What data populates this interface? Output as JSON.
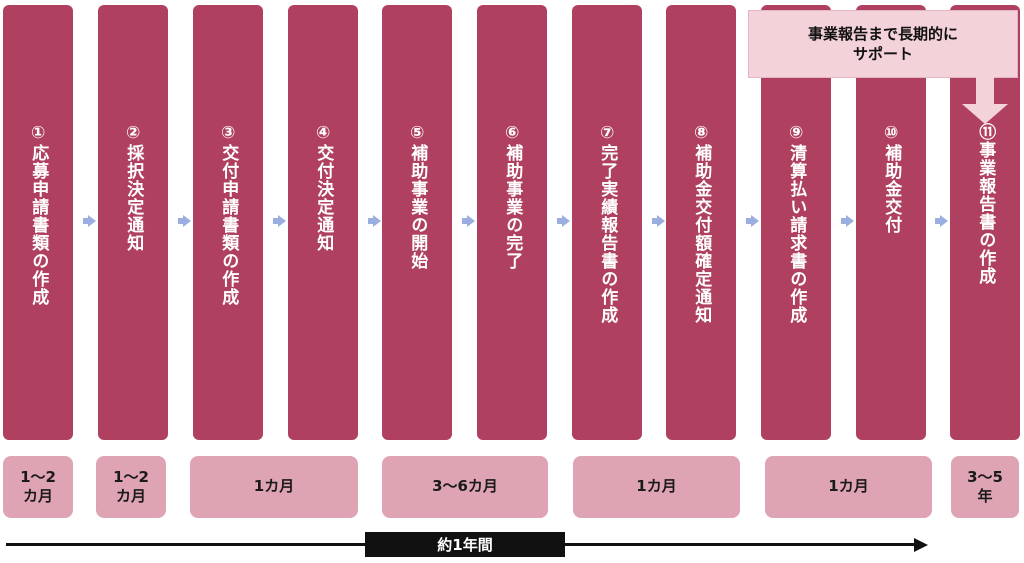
{
  "steps": [
    {
      "label": "①応募申請書類の作成"
    },
    {
      "label": "②採択決定通知"
    },
    {
      "label": "③交付申請書類の作成"
    },
    {
      "label": "④交付決定通知"
    },
    {
      "label": "⑤補助事業の開始"
    },
    {
      "label": "⑥補助事業の完了"
    },
    {
      "label": "⑦完了実績報告書の作成"
    },
    {
      "label": "⑧補助金交付額確定通知"
    },
    {
      "label": "⑨清算払い請求書の作成"
    },
    {
      "label": "⑩補助金交付"
    },
    {
      "label": "⑪事業報告書の作成"
    }
  ],
  "durations": [
    {
      "text": "1～2\nカ月"
    },
    {
      "text": "1～2\nカ月"
    },
    {
      "text": "1カ月"
    },
    {
      "text": "3～6カ月"
    },
    {
      "text": "1カ月"
    },
    {
      "text": "1カ月"
    },
    {
      "text": "3～5\n年"
    }
  ],
  "timeline": {
    "label": "約1年間"
  },
  "callout": {
    "text": "事業報告まで長期的に\nサポート"
  },
  "colors": {
    "step": "#b0405f",
    "duration": "#dfa4b4",
    "arrow": "#9aaee0",
    "callout": "#f3d2da"
  }
}
